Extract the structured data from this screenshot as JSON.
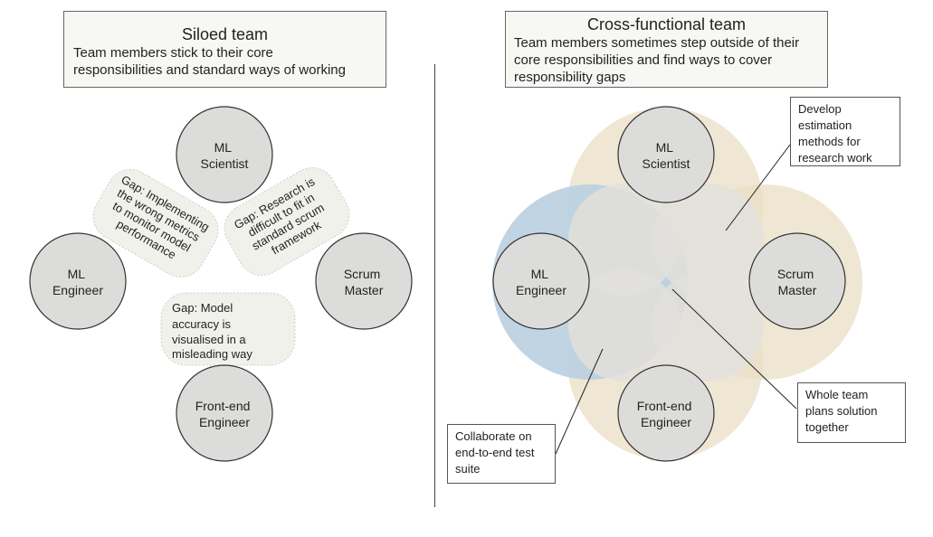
{
  "siloed": {
    "title": "Siloed team",
    "description_lines": [
      "Team members stick to their core",
      "responsibilities and standard ways of working"
    ],
    "roles": {
      "scientist": [
        "ML",
        "Scientist"
      ],
      "engineer": [
        "ML",
        "Engineer"
      ],
      "scrum": [
        "Scrum",
        "Master"
      ],
      "frontend": [
        "Front-end",
        "Engineer"
      ]
    },
    "gaps": {
      "metrics": [
        "Gap: Implementing",
        "the wrong metrics",
        "to monitor model",
        "performance"
      ],
      "research": [
        "Gap: Research is",
        "difficult to fit in",
        "standard scrum",
        "framework"
      ],
      "accuracy": [
        "Gap: Model",
        "accuracy is",
        "visualised in a",
        "misleading way"
      ]
    }
  },
  "cross": {
    "title": "Cross-functional team",
    "description_lines": [
      "Team members sometimes step outside of their",
      "core responsibilities and find ways to cover",
      "responsibility gaps"
    ],
    "roles": {
      "scientist": [
        "ML",
        "Scientist"
      ],
      "engineer": [
        "ML",
        "Engineer"
      ],
      "scrum": [
        "Scrum",
        "Master"
      ],
      "frontend": [
        "Front-end",
        "Engineer"
      ]
    },
    "callouts": {
      "estimation": "Develop\nestimation\nmethods for\nresearch work",
      "whole_team": "Whole team\nplans solution\ntogether",
      "collaborate": "Collaborate on\nend-to-end test\nsuite"
    }
  },
  "colors": {
    "role_fill": "#dcdcda",
    "role_stroke": "#333333",
    "gap_fill": "#f1f1ec",
    "blue_zone": "#b9cfe0",
    "tan_zone": "#eadfc6",
    "overlap_zone": "#e2e0dc"
  }
}
